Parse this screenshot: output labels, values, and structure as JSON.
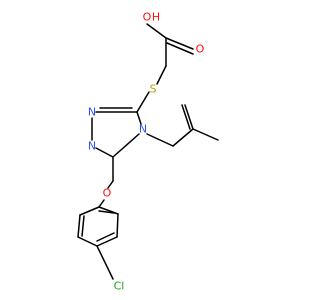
{
  "molecule": {
    "atoms": [
      {
        "id": "a1",
        "label": "O",
        "color": "#ff0d0d"
      },
      {
        "id": "a2",
        "label": "H",
        "color": "#ff0d0d"
      },
      {
        "id": "a3",
        "label": "O",
        "color": "#ff0d0d"
      },
      {
        "id": "a4",
        "label": "S",
        "color": "#b8a000"
      },
      {
        "id": "a5",
        "label": "N",
        "color": "#3050f8"
      },
      {
        "id": "a6",
        "label": "N",
        "color": "#3050f8"
      },
      {
        "id": "a7",
        "label": "N",
        "color": "#3050f8"
      },
      {
        "id": "a8",
        "label": "O",
        "color": "#ff0d0d"
      },
      {
        "id": "a9",
        "label": "Cl",
        "color": "#1fa01f"
      }
    ]
  }
}
